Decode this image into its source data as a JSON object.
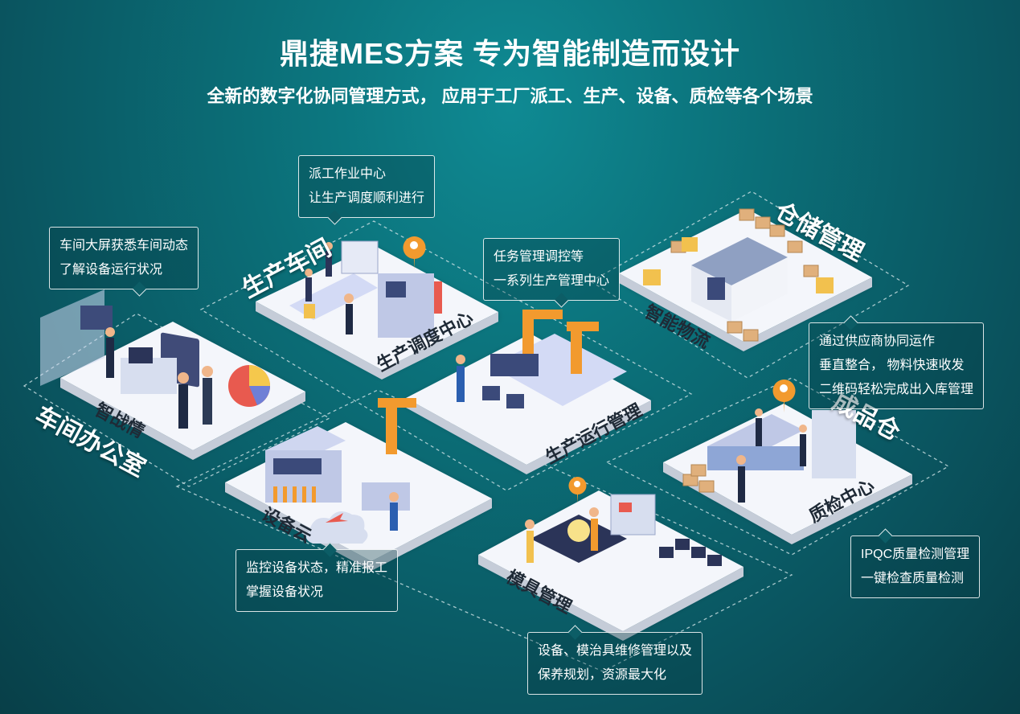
{
  "header": {
    "title": "鼎捷MES方案 专为智能制造而设计",
    "subtitle": "全新的数字化协同管理方式， 应用于工厂派工、生产、设备、质检等各个场景"
  },
  "zones": {
    "workshop_office": "车间办公室",
    "production_workshop": "生产车间",
    "warehouse_mgmt": "仓储管理",
    "finished_goods": "成品仓"
  },
  "modules": {
    "smart_war": "智战情",
    "dispatch_center": "生产调度中心",
    "smart_logistics": "智能物流",
    "production_ops": "生产运行管理",
    "equipment_cloud": "设备云",
    "qc_center": "质检中心",
    "mold_mgmt": "模具管理"
  },
  "callouts": {
    "office": [
      "车间大屏获悉车间动态",
      "了解设备运行状况"
    ],
    "dispatch": [
      "派工作业中心",
      "让生产调度顺利进行"
    ],
    "task": [
      "任务管理调控等",
      "一系列生产管理中心"
    ],
    "warehouse": [
      "通过供应商协同运作",
      "垂直整合， 物料快速收发",
      "二维码轻松完成出入库管理"
    ],
    "equipment": [
      "监控设备状态，精准报工",
      "掌握设备状况"
    ],
    "qc": [
      "IPQC质量检测管理",
      "一键检查质量检测"
    ],
    "mold": [
      "设备、模治具维修管理以及",
      "保养规划，资源最大化"
    ]
  },
  "colors": {
    "accent_orange": "#f29a2e",
    "platform": "#f4f6fb",
    "dashed_border": "#cfe3e6"
  }
}
